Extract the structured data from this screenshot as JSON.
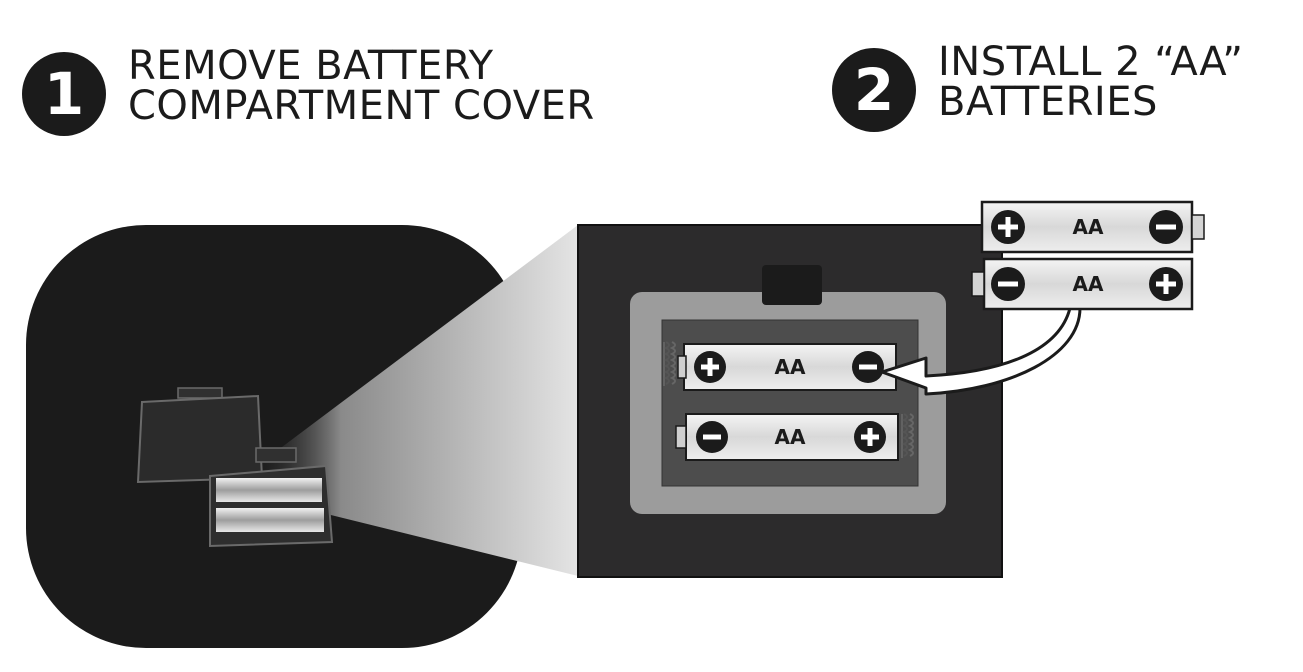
{
  "steps": [
    {
      "number": "1",
      "lines": [
        "REMOVE BATTERY",
        "COMPARTMENT COVER"
      ]
    },
    {
      "number": "2",
      "lines": [
        "INSTALL 2 “AA”",
        "BATTERIES"
      ]
    }
  ],
  "battery_label": "AA",
  "icons": {
    "step_badge": "circled-number",
    "positive_terminal": "plus-circle-icon",
    "negative_terminal": "minus-circle-icon",
    "insert_arrow": "curved-arrow-icon",
    "springs": "battery-spring-icon"
  },
  "colors": {
    "dark": "#1b1b1b",
    "device_body": "#2c2b2c",
    "compartment_frame": "#9c9c9c",
    "battery_body": "#e2e2e2",
    "zoom_cone": "#d9d9d9"
  }
}
